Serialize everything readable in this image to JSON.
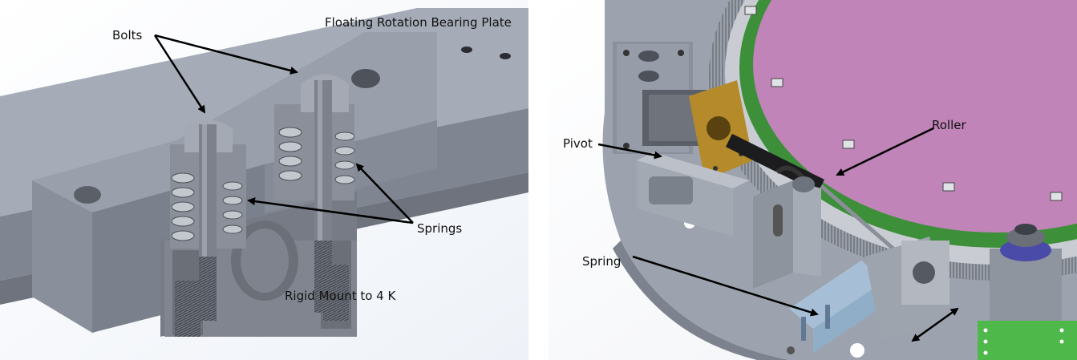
{
  "left_figure": {
    "labels": {
      "bolts": "Bolts",
      "plate": "Floating Rotation Bearing Plate",
      "springs": "Springs",
      "mount": "Rigid Mount to 4 K"
    }
  },
  "right_figure": {
    "labels": {
      "pivot": "Pivot",
      "roller": "Roller",
      "spring": "Spring"
    }
  },
  "colors": {
    "metal": "#8f96a3",
    "metal_dark": "#5b606a",
    "magenta_disk": "#c084b8",
    "green_ring": "#3d8f3a",
    "brass": "#b58a2a",
    "green_board": "#4fb84a",
    "blue_band": "#4a4aa8",
    "clear_part": "#a9c4dd"
  }
}
